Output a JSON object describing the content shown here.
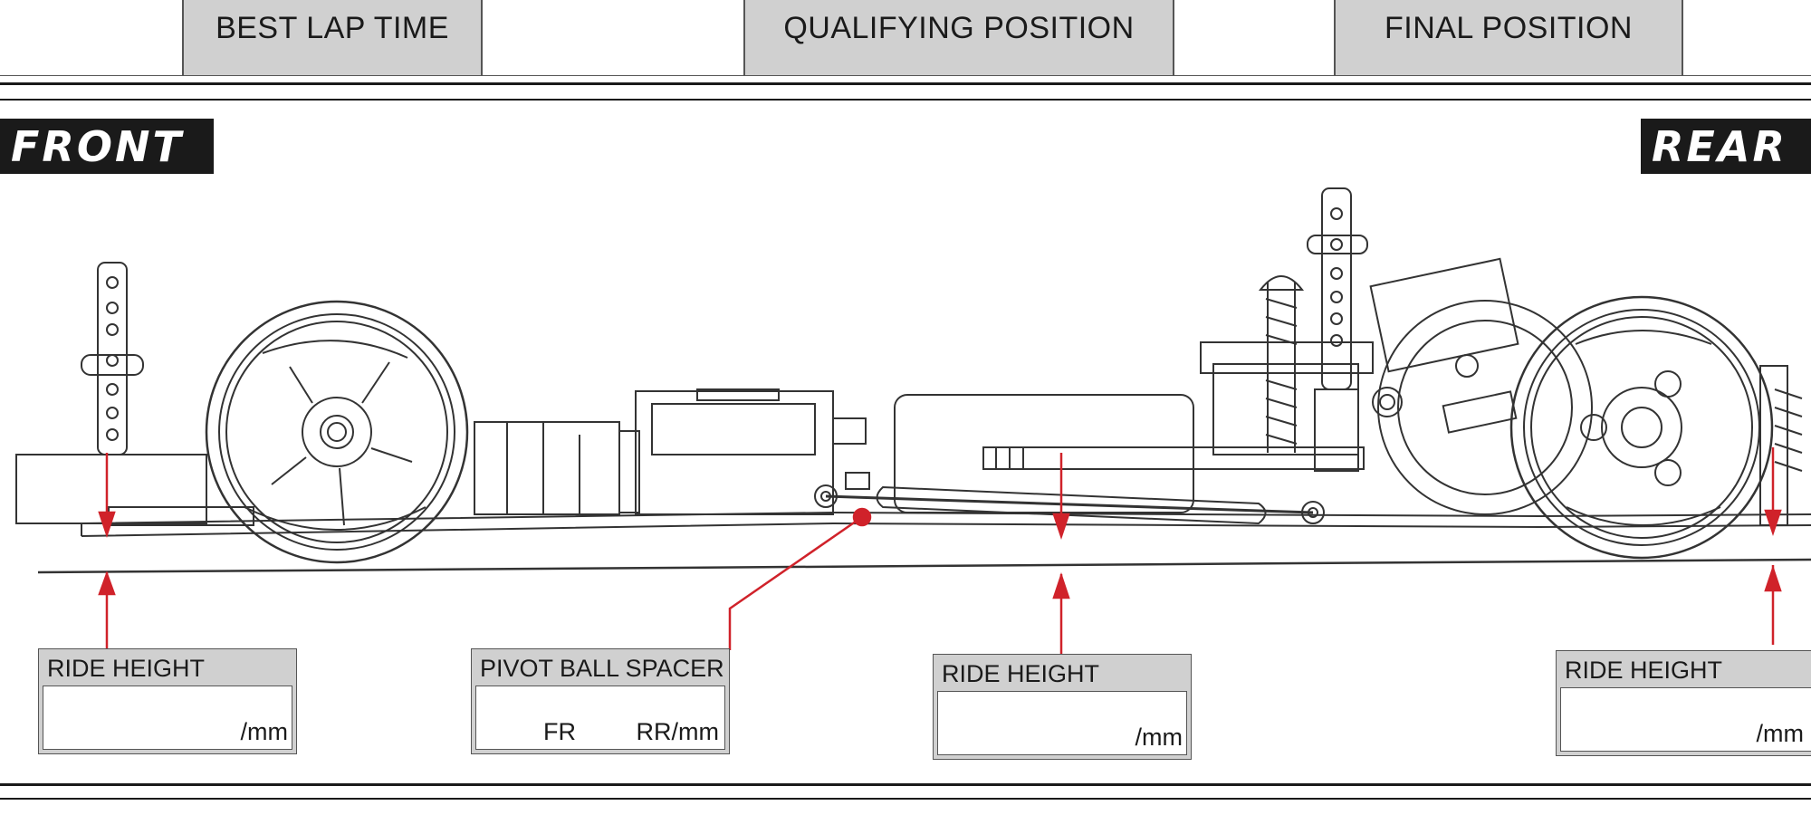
{
  "header": {
    "best_lap_time": "BEST LAP TIME",
    "qualifying_position": "QUALIFYING POSITION",
    "final_position": "FINAL POSITION"
  },
  "tags": {
    "front": "FRONT",
    "rear": "REAR"
  },
  "fields": {
    "front_ride_height": {
      "title": "RIDE HEIGHT",
      "unit": "/mm"
    },
    "pivot_ball_spacer": {
      "title": "PIVOT BALL SPACER",
      "fr": "FR",
      "rr": "RR/mm"
    },
    "middle_ride_height": {
      "title": "RIDE HEIGHT",
      "unit": "/mm"
    },
    "rear_ride_height": {
      "title": "RIDE HEIGHT",
      "unit": "/mm"
    }
  },
  "colors": {
    "accent_red": "#d0222a",
    "label_gray": "#d0d0d0",
    "line_dark": "#1a1a1a"
  }
}
